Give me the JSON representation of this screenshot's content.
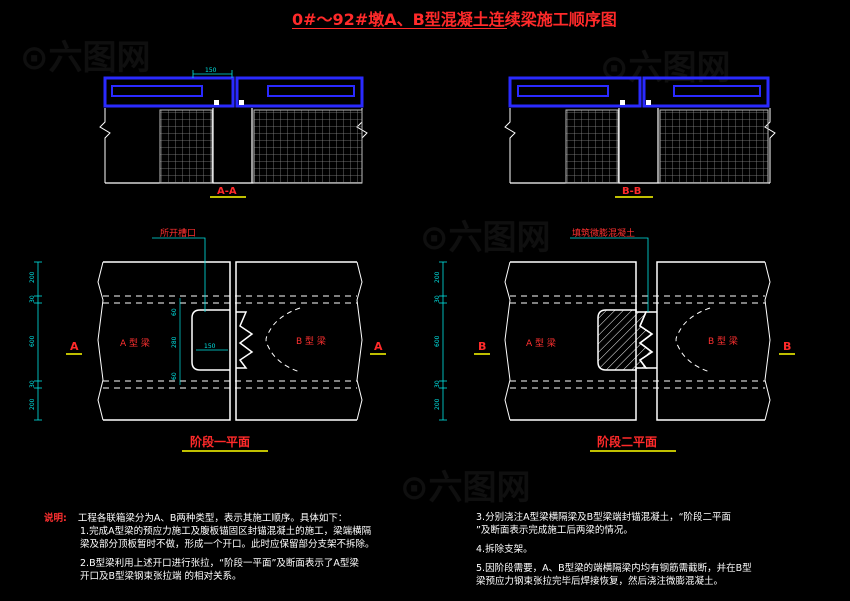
{
  "title": "0#～92#墩A、B型混凝土连续梁施工顺序图",
  "sections": {
    "a_section": "A-A",
    "b_section": "B-B",
    "stage1": "阶段一平面",
    "stage2": "阶段二平面"
  },
  "dims": {
    "top": "150",
    "hole": "150",
    "v200a": "200",
    "v30a": "30",
    "v600": "600",
    "v30b": "30",
    "v200b": "200",
    "h60a": "60",
    "h280": "280",
    "h60b": "60"
  },
  "labels": {
    "open_groove": "所开槽口",
    "fill_concrete": "填筑微膨混凝土",
    "beam_a": "A 型 梁",
    "beam_b": "B 型 梁",
    "mark_a": "A",
    "mark_b": "B"
  },
  "notes": {
    "label": "说明:",
    "n0": "工程各联箱梁分为A、B两种类型，表示其施工顺序。具体如下：",
    "n1a": "1.完成A型梁的预应力施工及腹板锚固区封锚混凝土的施工，梁端横隔",
    "n1b": "梁及部分顶板暂时不做，形成一个开口。此时应保留部分支架不拆除。",
    "n2a": "2.B型梁利用上述开口进行张拉，“阶段一平面”及断面表示了A型梁",
    "n2b": "开口及B型梁钢束张拉端 的相对关系。",
    "n3a": "3.分别浇注A型梁横隔梁及B型梁端封锚混凝土，“阶段二平面",
    "n3b": "”及断面表示完成施工后两梁的情况。",
    "n4": "4.拆除支架。",
    "n5a": "5.因阶段需要，A、B型梁的端横隔梁内均有钢筋需截断，并在B型",
    "n5b": "梁预应力钢束张拉完毕后焊接恢复，然后浇注微膨混凝土。"
  },
  "colors": {
    "red": "#ff2a2a",
    "blue": "#2a2aff",
    "yellow": "#ffff00",
    "cyan": "#00e5e5",
    "white": "#ffffff",
    "grid": "#8a8a8a"
  }
}
